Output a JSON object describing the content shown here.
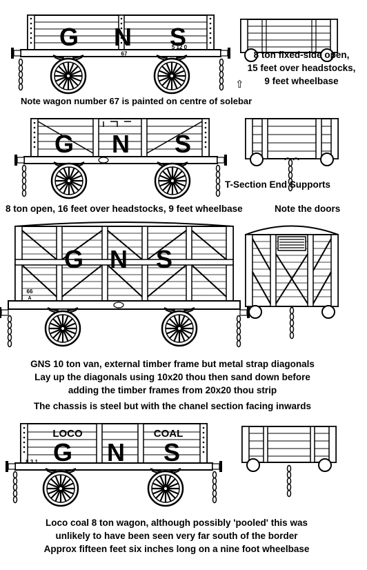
{
  "wagon1": {
    "letters": [
      "G",
      "N",
      "S"
    ],
    "number_plate": "5 12 0",
    "solebar_number": "67",
    "caption_lines": [
      "8 ton fixed-side open,",
      "15 feet over headstocks,",
      "9 feet wheelbase"
    ],
    "note": "Note wagon number 67 is painted on centre of solebar",
    "arrow_glyph": "⇧"
  },
  "wagon2": {
    "letters": [
      "G",
      "N",
      "S"
    ],
    "end_caption": "T-Section End Supports",
    "caption": "8 ton open, 16 feet over headstocks, 9 feet wheelbase",
    "doors_note": "Note the doors"
  },
  "wagon3": {
    "letters": [
      "G",
      "N",
      "S"
    ],
    "side_number": "66",
    "side_plate": "A",
    "caption_lines": [
      "GNS 10 ton van, external timber frame but metal strap diagonals",
      "Lay up the diagonals using 10x20 thou then sand down before",
      "adding the timber frames from 20x20 thou strip",
      "The chassis is steel but with the chanel section facing inwards"
    ]
  },
  "wagon4": {
    "letters": [
      "G",
      "N",
      "S"
    ],
    "top_left_word": "LOCO",
    "top_right_word": "COAL",
    "number_plate": "8 3 1",
    "caption_lines": [
      "Loco coal 8 ton wagon,  although possibly  'pooled' this was",
      "unlikely to have been seen very far south of the border",
      "Approx fifteen feet six inches long on a nine foot wheelbase"
    ]
  }
}
